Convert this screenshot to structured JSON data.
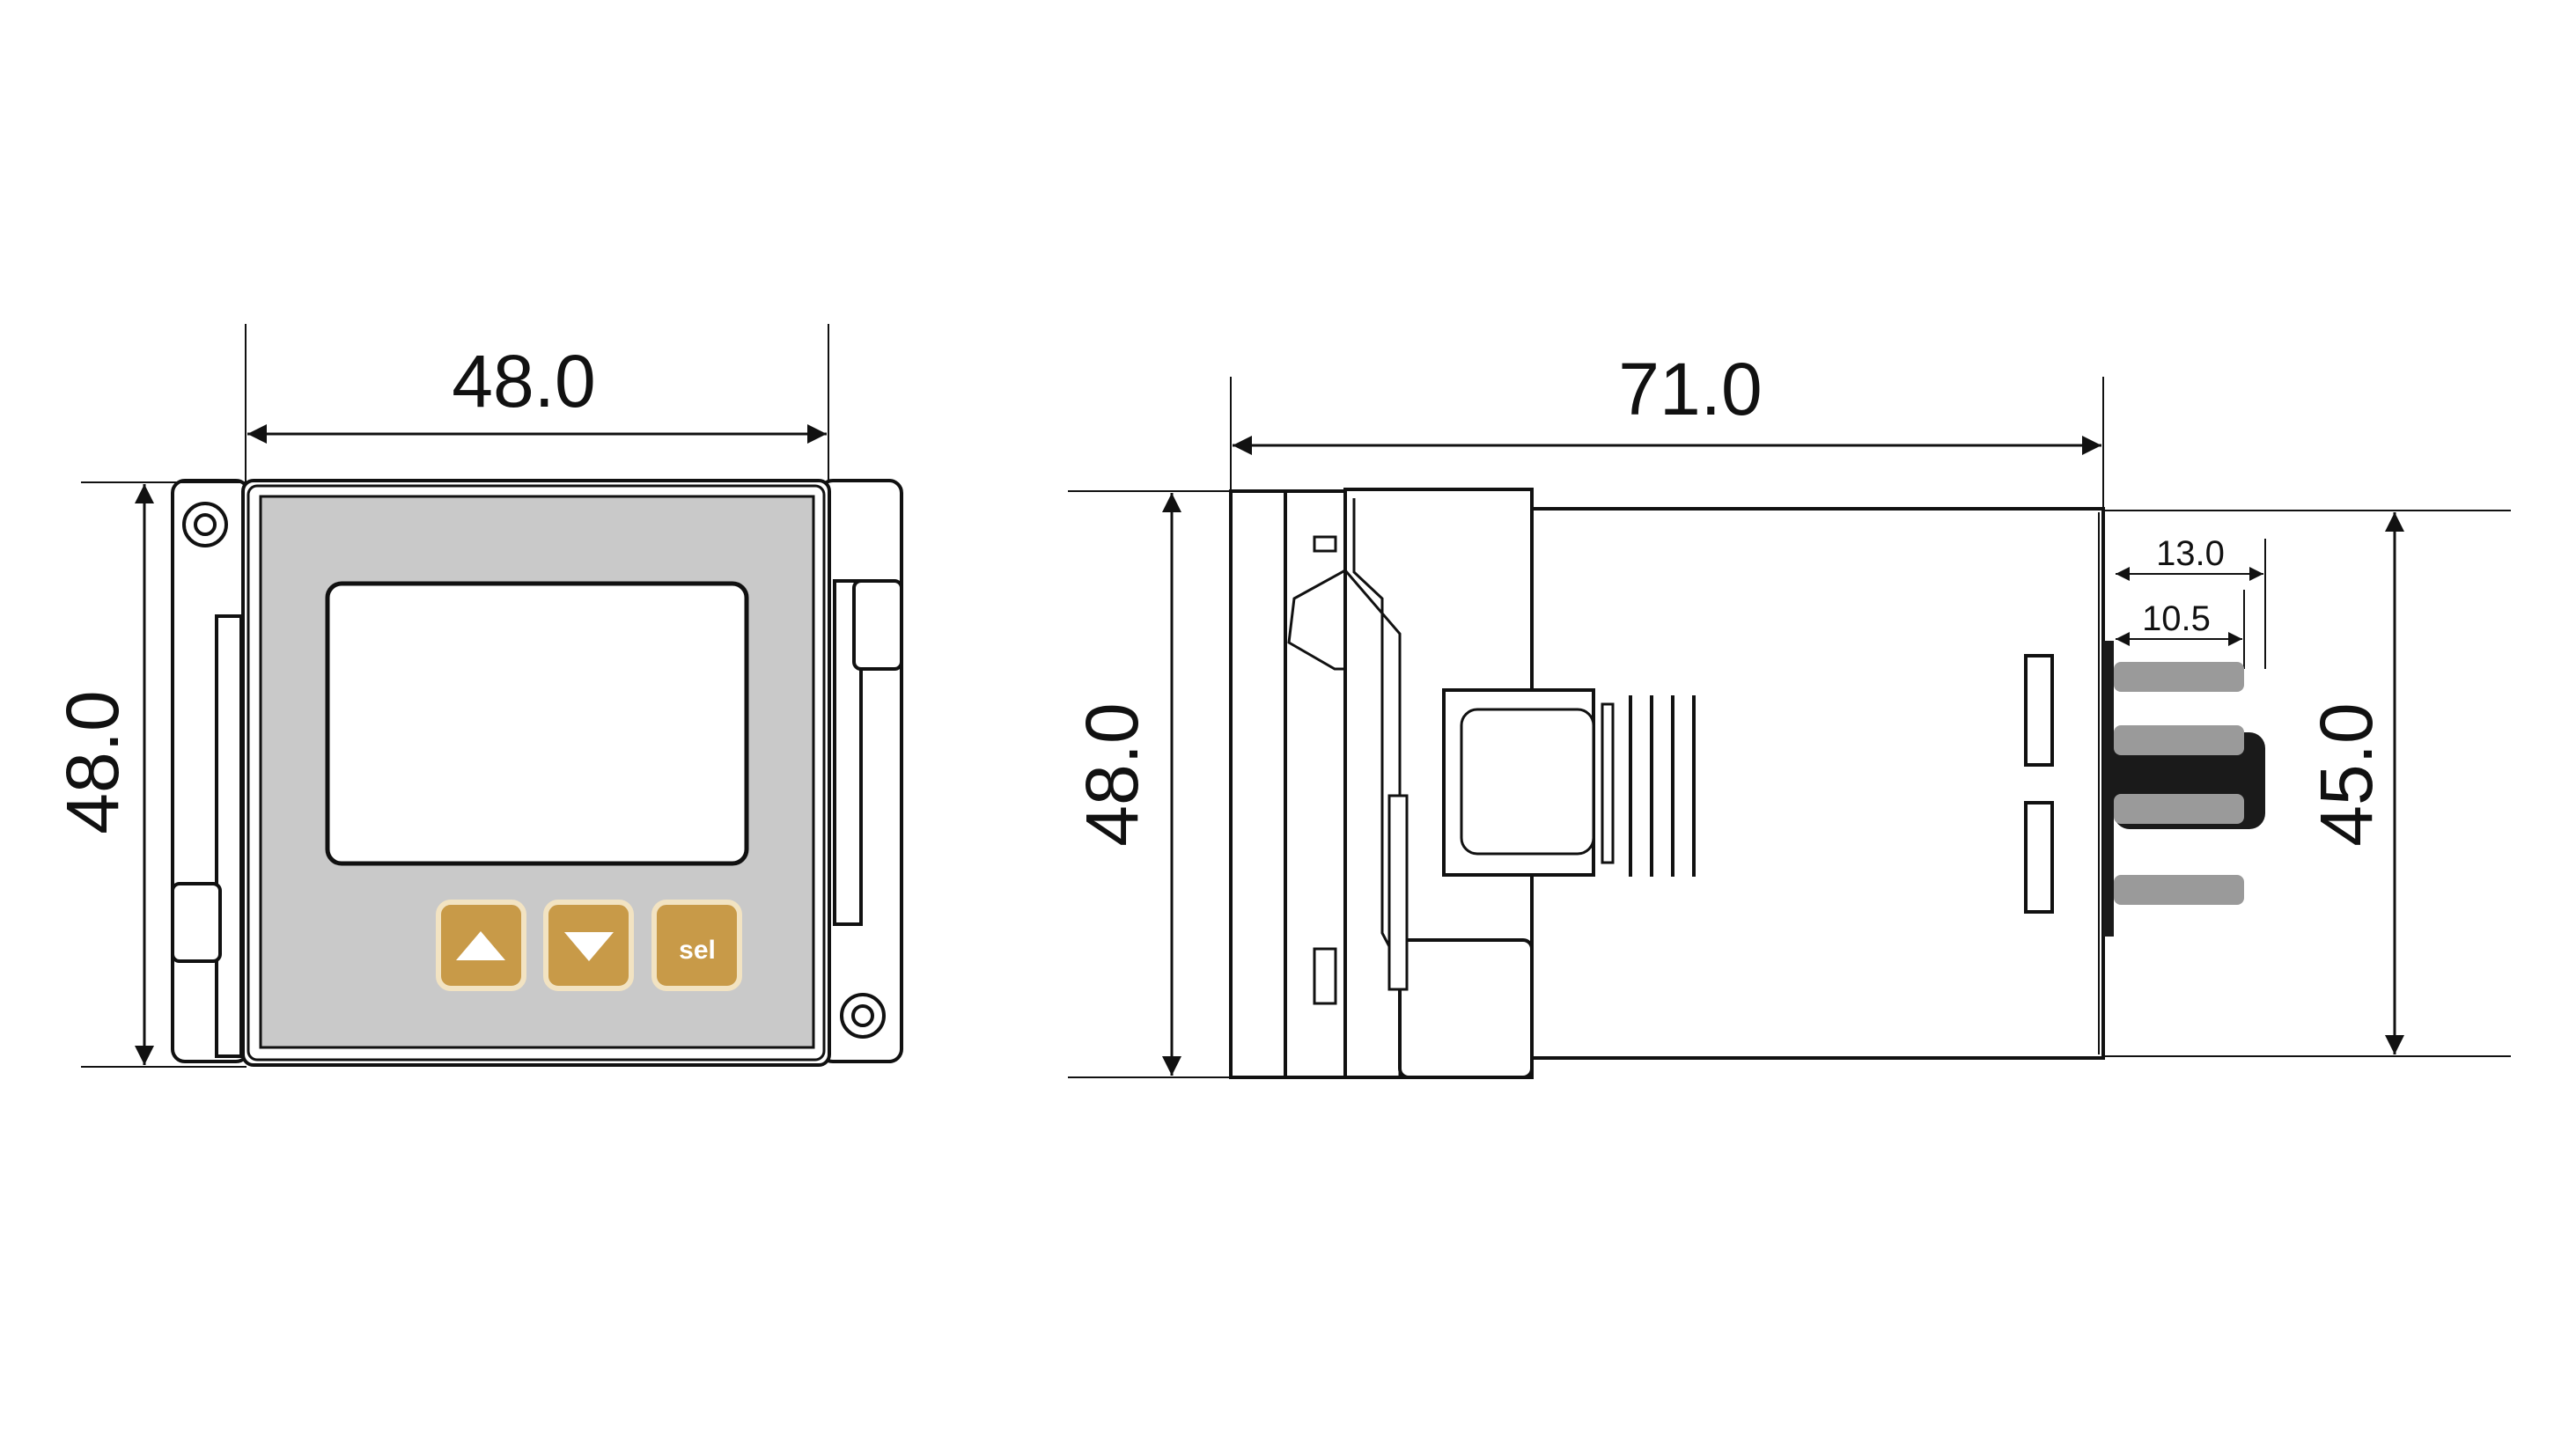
{
  "front_view": {
    "width_label": "48.0",
    "height_label": "48.0",
    "buttons": {
      "up_label": "",
      "down_label": "",
      "sel_label": "sel"
    }
  },
  "side_view": {
    "length_label": "71.0",
    "height_label": "48.0",
    "body_height_label": "45.0",
    "pin_length_label": "13.0",
    "pin_inner_label": "10.5"
  },
  "colors": {
    "line": "#111111",
    "panel_gray": "#c9c9c9",
    "button_gold": "#c89a48",
    "button_border": "#f2e3c2",
    "pin_gray": "#9a9a9a",
    "connector_dark": "#1a1a1a"
  },
  "icons": [
    "arrow-up-icon",
    "arrow-down-icon",
    "screw-icon"
  ]
}
